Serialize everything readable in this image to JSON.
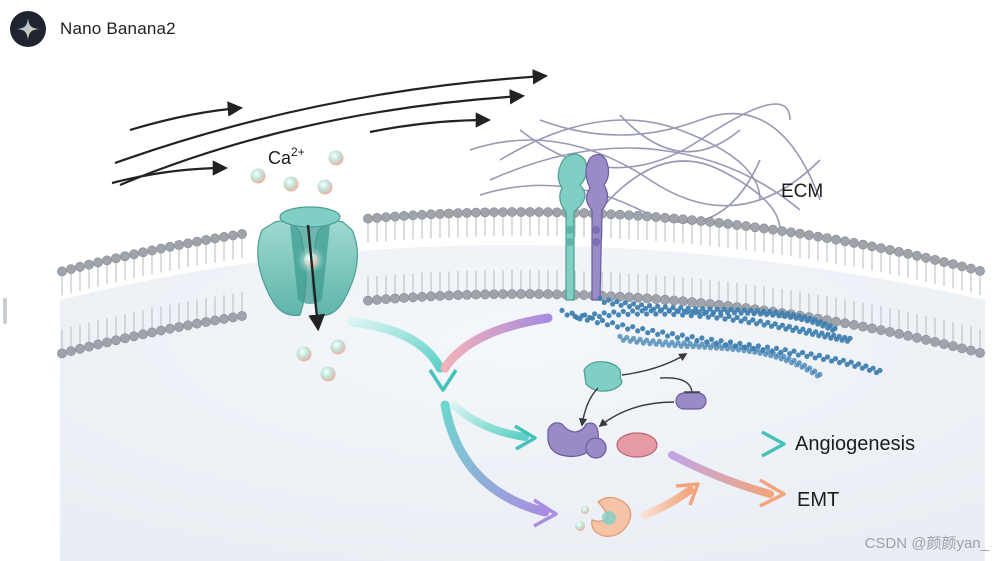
{
  "header": {
    "app_title": "Nano Banana2",
    "logo_icon": "sparkle-icon"
  },
  "diagram": {
    "ion_label": "Ca",
    "ion_charge": "2+",
    "ecm_label": "ECM",
    "outcome_1": "Angiogenesis",
    "outcome_2": "EMT"
  },
  "watermark": "CSDN @颜颜yan_",
  "colors": {
    "teal": "#7fcfc4",
    "purple": "#9a8ac6",
    "pink": "#e59aa5",
    "orange": "#f0b48e",
    "membrane": "#9ea4aa",
    "actin": "#3f7fb0"
  }
}
